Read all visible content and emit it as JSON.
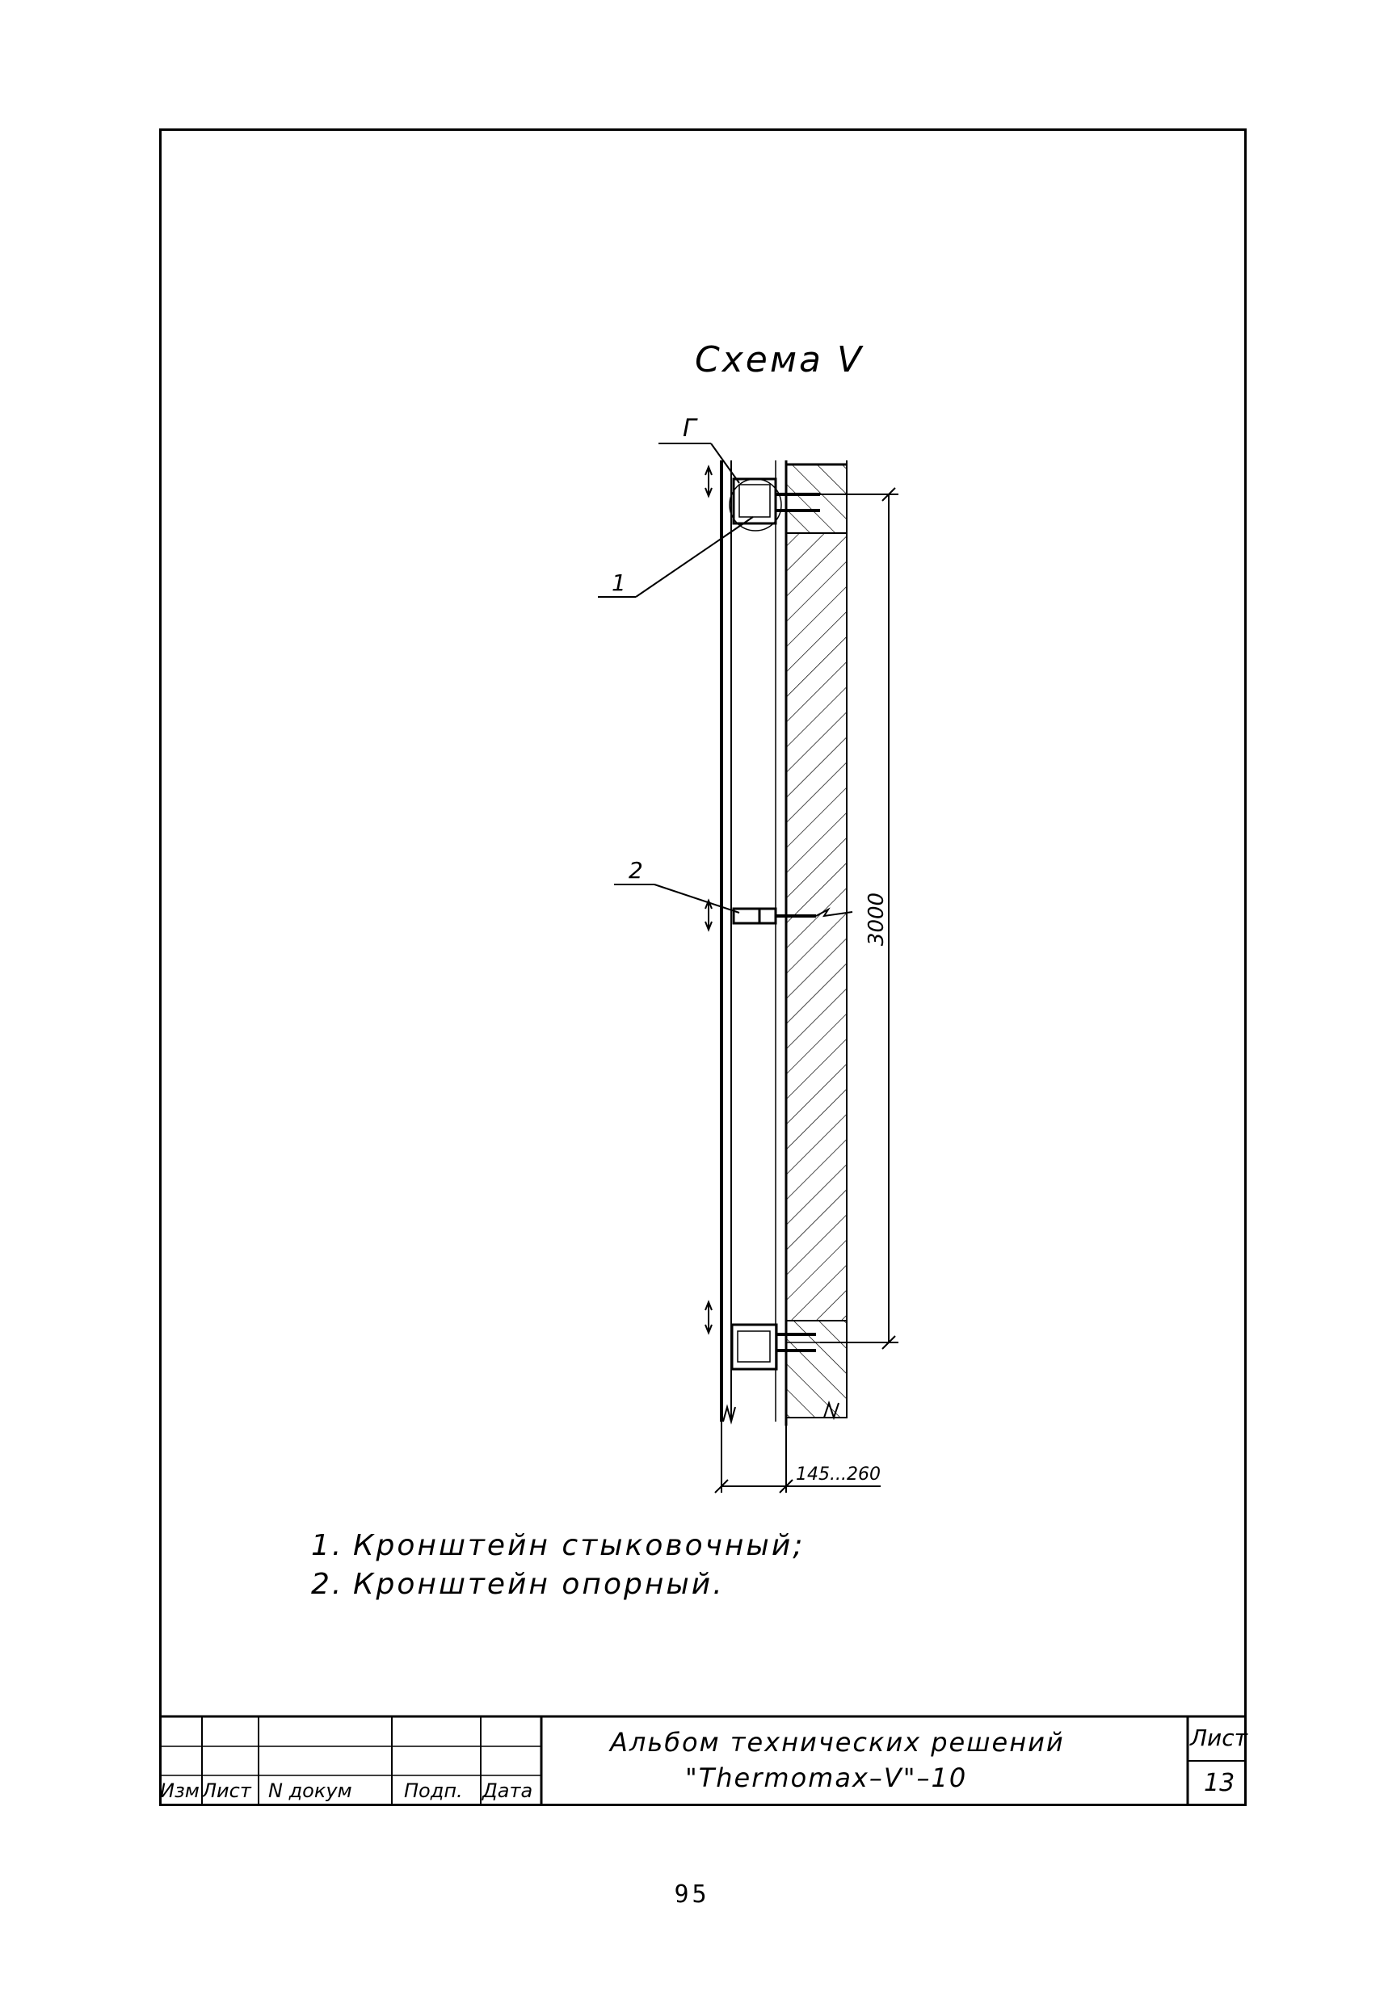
{
  "scheme_title": "Схема V",
  "callouts": {
    "view_g": "Г",
    "item1": "1",
    "item2": "2"
  },
  "dimensions": {
    "height": "3000",
    "gap": "145...260"
  },
  "legend": [
    {
      "num": "1.",
      "text": "Кронштейн стыковочный;"
    },
    {
      "num": "2.",
      "text": "Кронштейн опорный."
    }
  ],
  "title_block": {
    "headers": {
      "izm": "Изм",
      "list": "Лист",
      "n_dokum": "N докум",
      "podp": "Подп.",
      "data": "Дата"
    },
    "album_line1": "Альбом технических решений",
    "album_line2": "\"Thermomax–V\"–10",
    "sheet_label": "Лист",
    "sheet_number": "13"
  },
  "page_number": "95"
}
